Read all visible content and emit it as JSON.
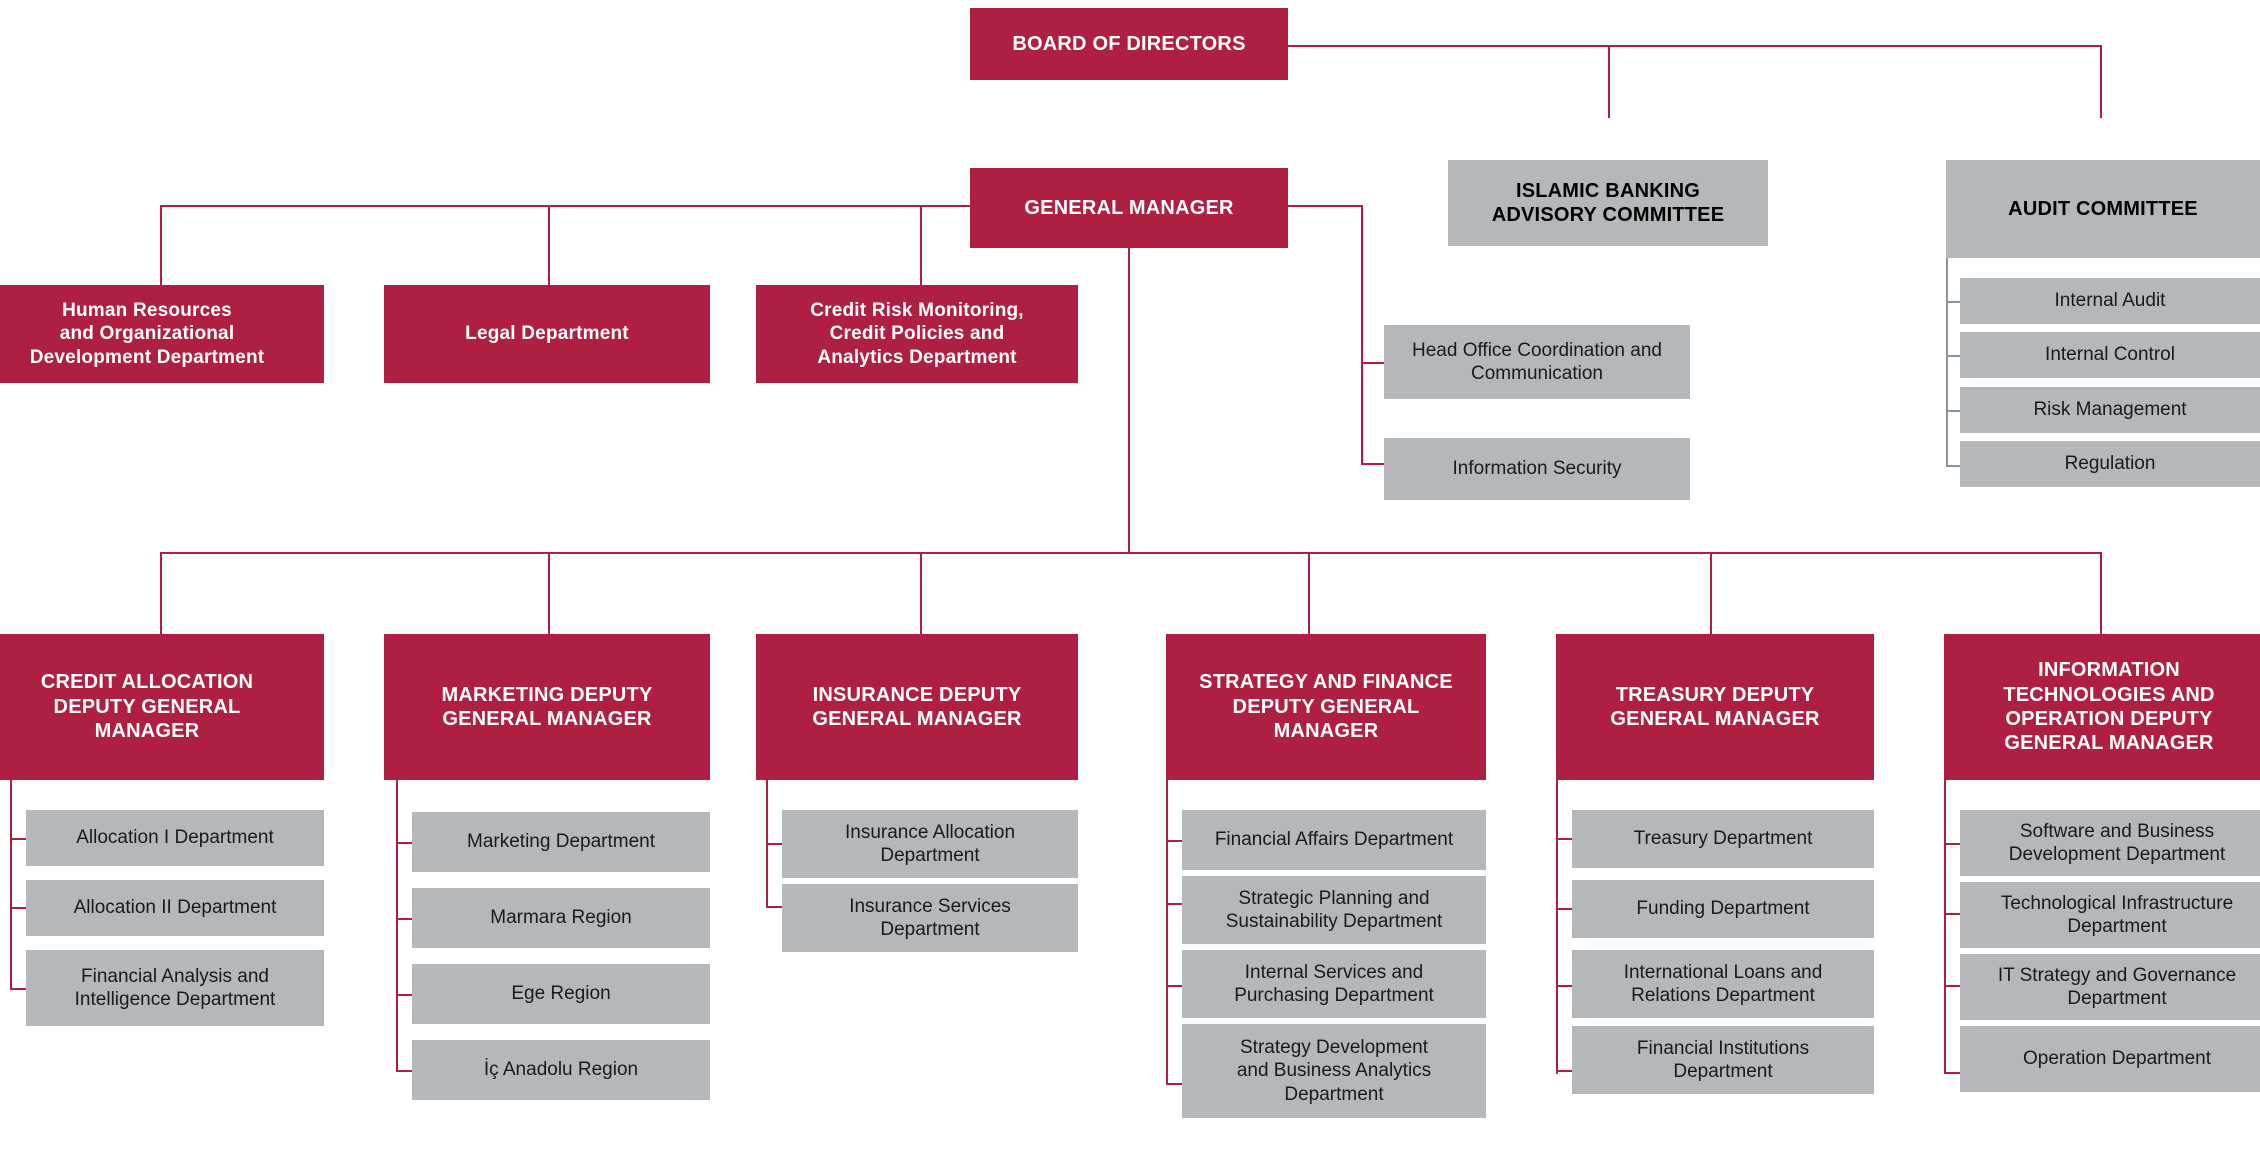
{
  "colors": {
    "primary_red": "#AF1F42",
    "gray_box": "#B4B8BB",
    "gray_line": "#8D9295",
    "white": "#FFFFFF",
    "text_dark": "#1A1A1A"
  },
  "chart_data": {
    "type": "diagram",
    "title": "Organizational Chart",
    "nodes": [
      {
        "id": "board",
        "label": "BOARD OF DIRECTORS",
        "style": "red"
      },
      {
        "id": "gm",
        "label": "GENERAL MANAGER",
        "style": "red"
      },
      {
        "id": "islamic",
        "label": "ISLAMIC BANKING ADVISORY COMMITTEE",
        "style": "gray-head"
      },
      {
        "id": "audit",
        "label": "AUDIT COMMITTEE",
        "style": "gray-head"
      }
    ]
  },
  "top": {
    "board_of_directors": "BOARD OF DIRECTORS",
    "general_manager": "GENERAL MANAGER",
    "islamic_banking_advisory_committee_line1": "ISLAMIC BANKING",
    "islamic_banking_advisory_committee_line2": "ADVISORY COMMITTEE",
    "audit_committee": "AUDIT COMMITTEE"
  },
  "audit_committee_units": [
    {
      "label": "Internal Audit"
    },
    {
      "label": "Internal Control"
    },
    {
      "label": "Risk Management"
    },
    {
      "label": "Regulation"
    }
  ],
  "gm_direct_red": [
    {
      "line1": "Human Resources",
      "line2": "and Organizational",
      "line3": "Development Department"
    },
    {
      "line1": "Legal Department",
      "line2": "",
      "line3": ""
    },
    {
      "line1": "Credit Risk Monitoring,",
      "line2": "Credit Policies and",
      "line3": "Analytics Department"
    }
  ],
  "gm_direct_gray": [
    {
      "line1": "Head Office Coordination and",
      "line2": "Communication"
    },
    {
      "line1": "Information Security",
      "line2": ""
    }
  ],
  "divisions": [
    {
      "title_lines": [
        "CREDIT ALLOCATION",
        "DEPUTY GENERAL",
        "MANAGER"
      ],
      "units": [
        {
          "lines": [
            "Allocation I Department"
          ]
        },
        {
          "lines": [
            "Allocation II Department"
          ]
        },
        {
          "lines": [
            "Financial Analysis and",
            "Intelligence Department"
          ]
        }
      ]
    },
    {
      "title_lines": [
        "MARKETING DEPUTY",
        "GENERAL MANAGER"
      ],
      "units": [
        {
          "lines": [
            "Marketing Department"
          ]
        },
        {
          "lines": [
            "Marmara Region"
          ]
        },
        {
          "lines": [
            "Ege Region"
          ]
        },
        {
          "lines": [
            "İç Anadolu Region"
          ]
        }
      ]
    },
    {
      "title_lines": [
        "INSURANCE DEPUTY",
        "GENERAL MANAGER"
      ],
      "units": [
        {
          "lines": [
            "Insurance Allocation",
            "Department"
          ]
        },
        {
          "lines": [
            "Insurance Services",
            "Department"
          ]
        }
      ]
    },
    {
      "title_lines": [
        "STRATEGY AND FINANCE",
        "DEPUTY GENERAL",
        "MANAGER"
      ],
      "units": [
        {
          "lines": [
            "Financial Affairs Department"
          ]
        },
        {
          "lines": [
            "Strategic Planning and",
            "Sustainability Department"
          ]
        },
        {
          "lines": [
            "Internal Services and",
            "Purchasing Department"
          ]
        },
        {
          "lines": [
            "Strategy Development",
            "and Business Analytics",
            "Department"
          ]
        }
      ]
    },
    {
      "title_lines": [
        "TREASURY DEPUTY",
        "GENERAL MANAGER"
      ],
      "units": [
        {
          "lines": [
            "Treasury Department"
          ]
        },
        {
          "lines": [
            "Funding Department"
          ]
        },
        {
          "lines": [
            "International Loans and",
            "Relations Department"
          ]
        },
        {
          "lines": [
            "Financial Institutions",
            "Department"
          ]
        }
      ]
    },
    {
      "title_lines": [
        "INFORMATION",
        "TECHNOLOGIES AND",
        "OPERATION DEPUTY",
        "GENERAL MANAGER"
      ],
      "units": [
        {
          "lines": [
            "Software and Business",
            "Development Department"
          ]
        },
        {
          "lines": [
            "Technological Infrastructure",
            "Department"
          ]
        },
        {
          "lines": [
            "IT Strategy and Governance",
            "Department"
          ]
        },
        {
          "lines": [
            "Operation Department"
          ]
        }
      ]
    }
  ]
}
